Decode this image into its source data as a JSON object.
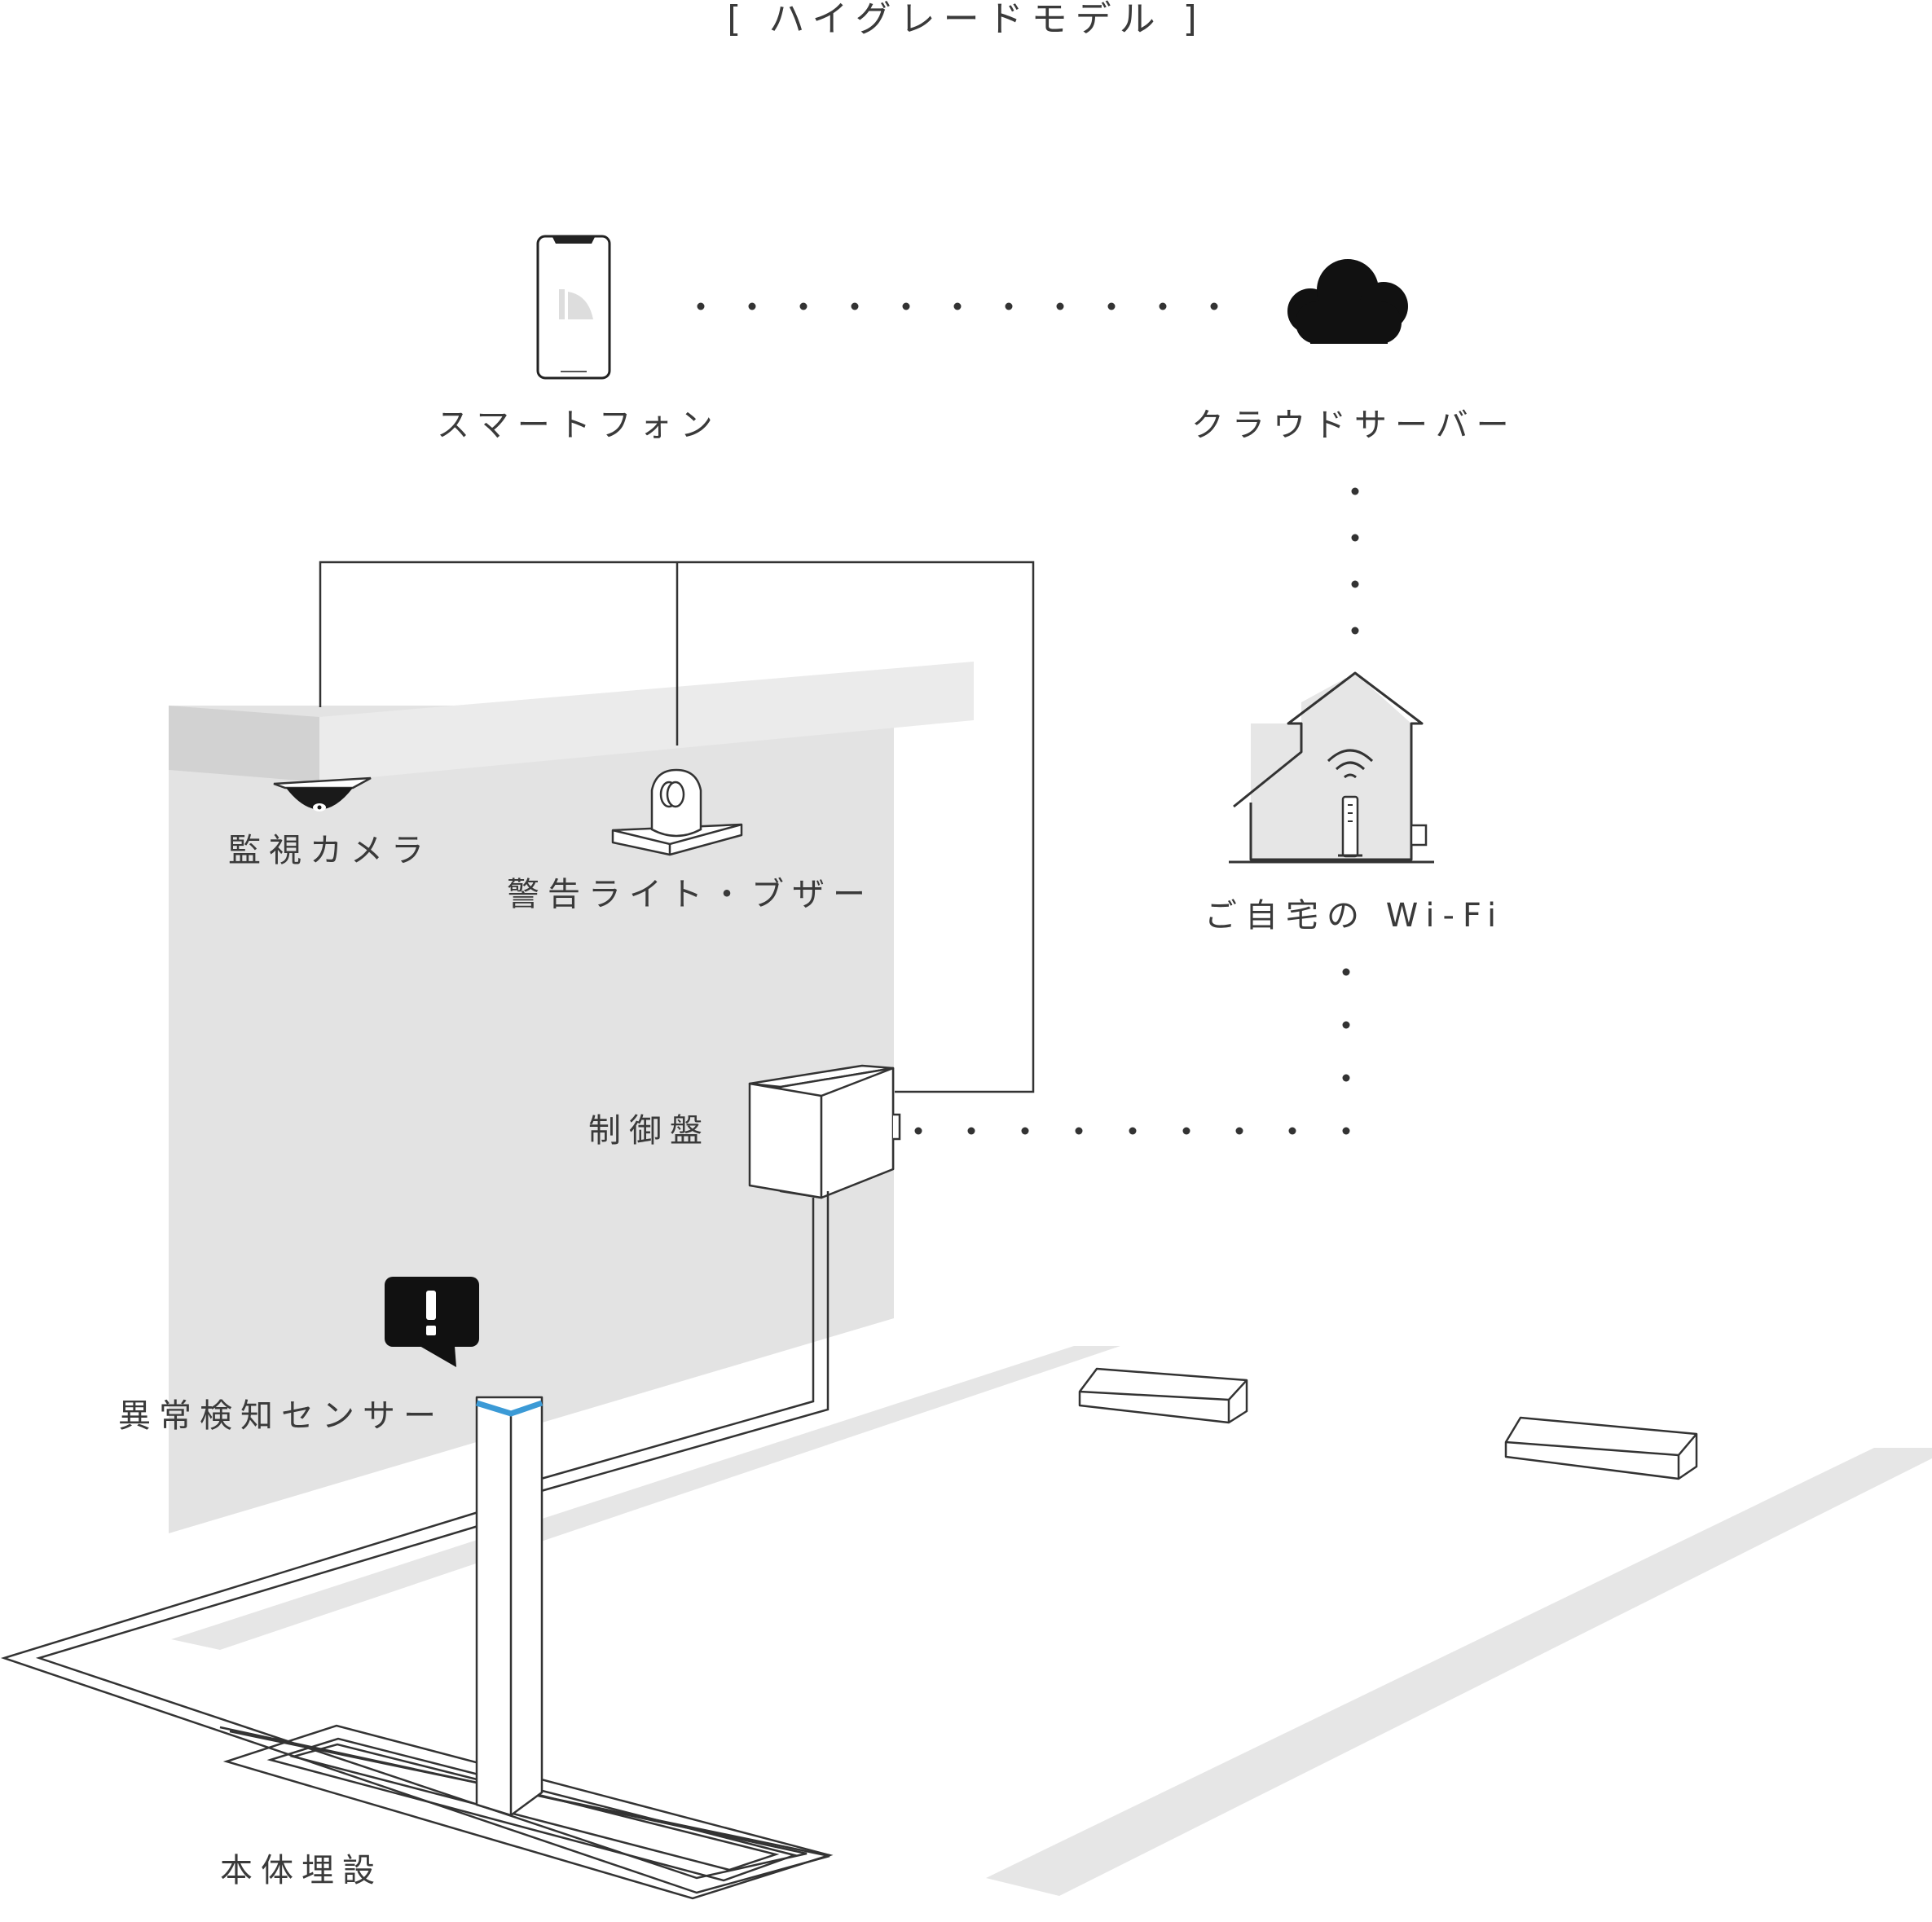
{
  "title": "[ ハイグレードモデル ]",
  "nodes": {
    "smartphone": {
      "label": "スマートフォン",
      "icon": "smartphone-icon"
    },
    "cloud_server": {
      "label": "クラウドサーバー",
      "icon": "cloud-icon"
    },
    "camera": {
      "label": "監視カメラ",
      "icon": "dome-camera-icon"
    },
    "warning_light": {
      "label": "警告ライト・ブザー",
      "icon": "warning-light-icon"
    },
    "home_wifi": {
      "label": "ご自宅の Wi-Fi",
      "icon": "house-wifi-icon"
    },
    "control_panel": {
      "label": "制御盤",
      "icon": "control-box-icon"
    },
    "sensor": {
      "label": "異常検知センサー",
      "icon": "sensor-pole-icon",
      "alert_icon": "exclamation-bubble-icon"
    },
    "buried": {
      "label": "本体埋設"
    }
  },
  "connections": [
    {
      "from": "smartphone",
      "to": "cloud_server",
      "style": "wireless-dotted"
    },
    {
      "from": "cloud_server",
      "to": "home_wifi",
      "style": "wireless-dotted"
    },
    {
      "from": "home_wifi",
      "to": "control_panel",
      "style": "wireless-dotted"
    },
    {
      "from": "control_panel",
      "to": "camera",
      "style": "wired"
    },
    {
      "from": "control_panel",
      "to": "warning_light",
      "style": "wired"
    },
    {
      "from": "control_panel",
      "to": "sensor",
      "style": "wired-buried"
    }
  ],
  "colors": {
    "line": "#333333",
    "wall": "#e3e3e3",
    "roof_front": "#d2d2d2",
    "roof_top": "#ebebeb",
    "ground_stripe": "#e6e6e6",
    "house_fill": "#e6e6e6",
    "sensor_accent": "#3b9ad6",
    "icon_black": "#111111"
  }
}
